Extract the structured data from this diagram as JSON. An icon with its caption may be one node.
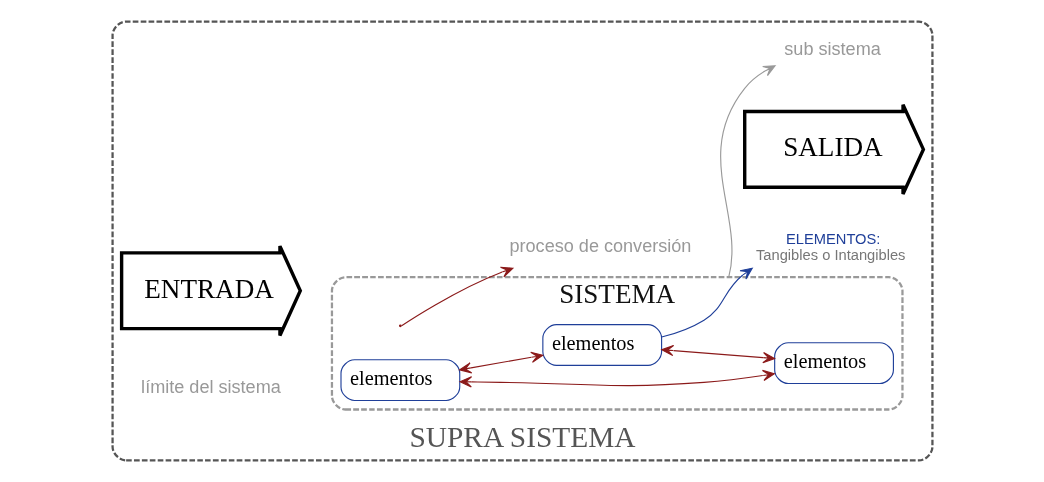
{
  "diagram": {
    "nodes": [
      {
        "text": [
          "SUPRA SISTEMA"
        ]
      },
      {
        "text": [
          "proceso de conversión"
        ],
        "in": 0
      },
      {
        "text": [
          "SISTEMA"
        ],
        "in": 0
      },
      {
        "text": [
          "ELEMENTOS:",
          "Tangibles o Intangibles"
        ],
        "in": 0
      },
      {
        "text": [
          "ENTRADA"
        ],
        "in": 0
      },
      {
        "text": [
          "elementos"
        ],
        "in": 2
      },
      {
        "text": [
          "elementos"
        ],
        "in": 2
      },
      {
        "text": [
          "SALIDA"
        ],
        "in": 0
      },
      {
        "text": [
          "elementos"
        ],
        "in": 2
      },
      {
        "text": [
          "sub sistema"
        ],
        "in": 0
      }
    ],
    "edges": [
      {
        "from": null,
        "to": 1,
        "arrow": "to"
      },
      {
        "from": 5,
        "to": 3,
        "arrow": "to",
        "color": "#1f3f99"
      },
      {
        "from": 6,
        "to": 5,
        "arrow": "both"
      },
      {
        "from": 5,
        "to": 8,
        "arrow": "both"
      },
      {
        "from": 6,
        "to": 8,
        "arrow": "both"
      },
      {
        "from": 2,
        "to": 9,
        "arrow": "to",
        "color": "#999999"
      }
    ],
    "labels": [
      "límite del sistema"
    ]
  }
}
